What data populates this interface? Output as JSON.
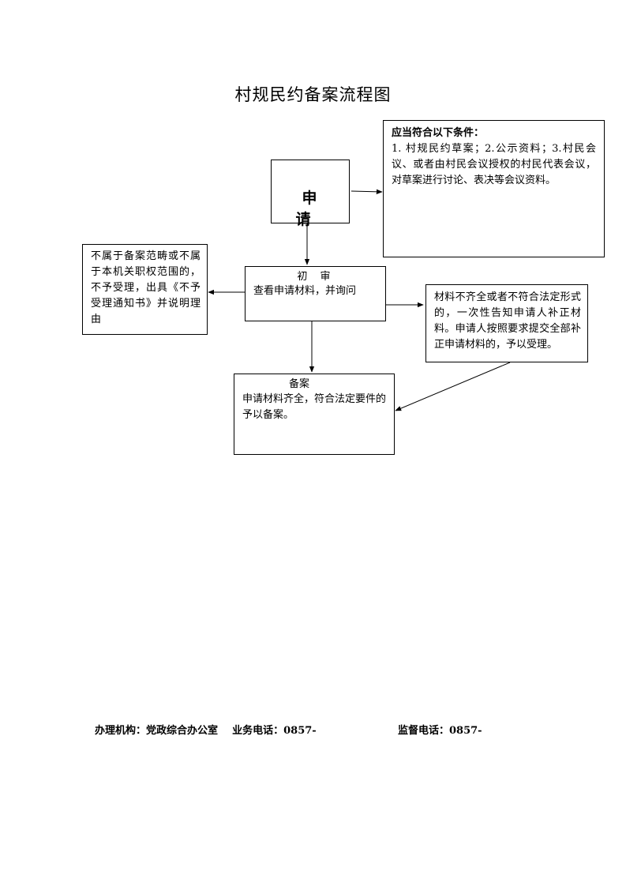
{
  "title": "村规民约备案流程图",
  "nodes": {
    "apply": "申 请",
    "conditions": {
      "heading": "应当符合以下条件：",
      "body": "1. 村规民约草案；2.公示资料；3.村民会议、或者由村民会议授权的村民代表会议，对草案进行讨论、表决等会议资料。"
    },
    "reject": "不属于备案范畴或不属于本机关职权范围的，不予受理，出具《不予受理通知书》并说明理由",
    "initial_review": {
      "heading": "初 审",
      "body": "查看申请材料，并询问"
    },
    "supplement": "材料不齐全或者不符合法定形式的，一次性告知申请人补正材料。申请人按照要求提交全部补正申请材料的，予以受理。",
    "record": {
      "heading": "备案",
      "body": "申请材料齐全，符合法定要件的予以备案。"
    }
  },
  "footer": {
    "left": "办理机构：党政综合办公室    业务电话：0857-",
    "right": "监督电话：0857-"
  }
}
